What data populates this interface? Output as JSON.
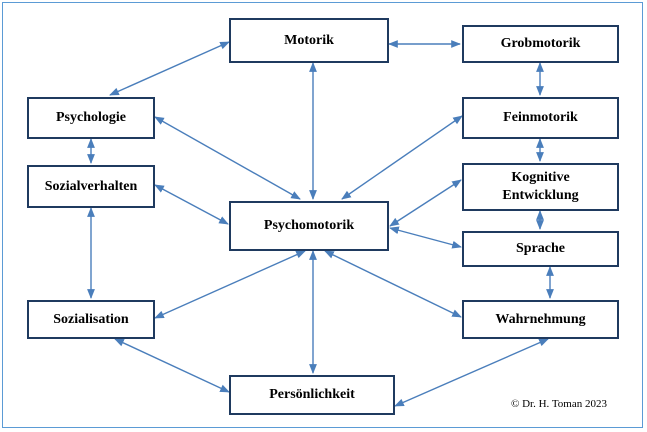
{
  "nodes": {
    "motorik": "Motorik",
    "grobmotorik": "Grobmotorik",
    "psychologie": "Psychologie",
    "feinmotorik": "Feinmotorik",
    "sozialverhalten": "Sozialverhalten",
    "kognitive": "Kognitive\nEntwicklung",
    "psychomotorik": "Psychomotorik",
    "sprache": "Sprache",
    "sozialisation": "Sozialisation",
    "wahrnehmung": "Wahrnehmung",
    "persoenlichkeit": "Persönlichkeit"
  },
  "copyright": "© Dr. H. Toman 2023",
  "colors": {
    "arrow": "#4a7ebb",
    "border": "#1f3a5f",
    "frame": "#5b9bd5"
  }
}
